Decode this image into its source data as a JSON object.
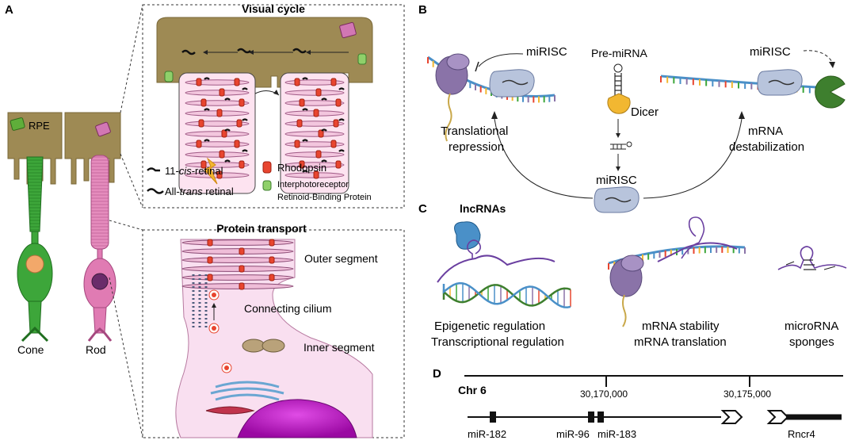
{
  "panels": {
    "a": {
      "letter": "A"
    },
    "b": {
      "letter": "B"
    },
    "c": {
      "letter": "C"
    },
    "d": {
      "letter": "D"
    }
  },
  "panel_a": {
    "visual_cycle_title": "Visual cycle",
    "protein_transport_title": "Protein transport",
    "rpe_label": "RPE",
    "cone_label": "Cone",
    "rod_label": "Rod",
    "legend": {
      "cis_prefix": "11-",
      "cis_italic": "cis",
      "cis_suffix": "-retinal",
      "trans_prefix": "All-",
      "trans_italic": "trans",
      "trans_suffix": " retinal",
      "rhodopsin": "Rhodopsin",
      "irbp_line1": "Interphotoreceptor",
      "irbp_line2": "Retinoid-Binding Protein"
    },
    "transport": {
      "outer_segment": "Outer segment",
      "connecting_cilium": "Connecting cilium",
      "inner_segment": "Inner segment"
    }
  },
  "panel_b": {
    "miRISC_left": "miRISC",
    "miRISC_right": "miRISC",
    "miRISC_bottom": "miRISC",
    "pre_mirna": "Pre-miRNA",
    "dicer": "Dicer",
    "translational_line1": "Translational",
    "translational_line2": "repression",
    "mrna_line1": "mRNA",
    "mrna_line2": "destabilization"
  },
  "panel_c": {
    "title": "lncRNAs",
    "epi_line1": "Epigenetic regulation",
    "epi_line2": "Transcriptional regulation",
    "stab_line1": "mRNA stability",
    "stab_line2": "mRNA translation",
    "sponge_line1": "microRNA",
    "sponge_line2": "sponges"
  },
  "panel_d": {
    "chromosome": "Chr 6",
    "tick_1": "30,170,000",
    "tick_2": "30,175,000",
    "mir182": "miR-182",
    "mir96": "miR-96",
    "mir183": "miR-183",
    "rncr4": "Rncr4"
  },
  "colors": {
    "rpe": "#9e8a54",
    "cone": "#3da63a",
    "rod": "#e07bb3",
    "rhodopsin": "#e8452f",
    "irbp": "#8fd06a",
    "mirisc": "#b8c4dc",
    "dicer": "#f2b731",
    "pacman": "#3e7f2e",
    "ribosome": "#8a73a8",
    "lnc_purple": "#6a3fa0",
    "nucleus": "#b010b8"
  }
}
